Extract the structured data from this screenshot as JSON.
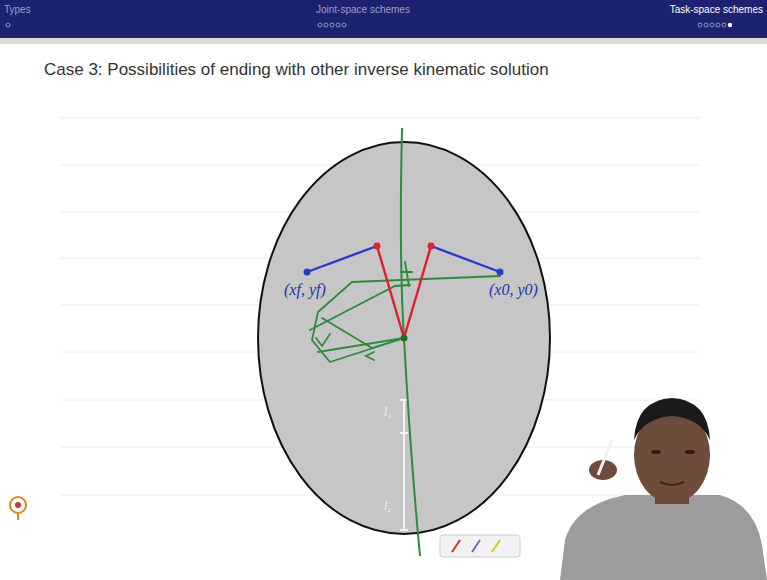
{
  "diagram": {
    "title": "Case 3: Possibilities of ending with other inverse kinematic solution",
    "labels": [
      "Types",
      "Joint-space schemes",
      "Task-space schemes",
      "(xf, yf)",
      "(x0, y0)",
      "l₁",
      "l₂"
    ]
  }
}
